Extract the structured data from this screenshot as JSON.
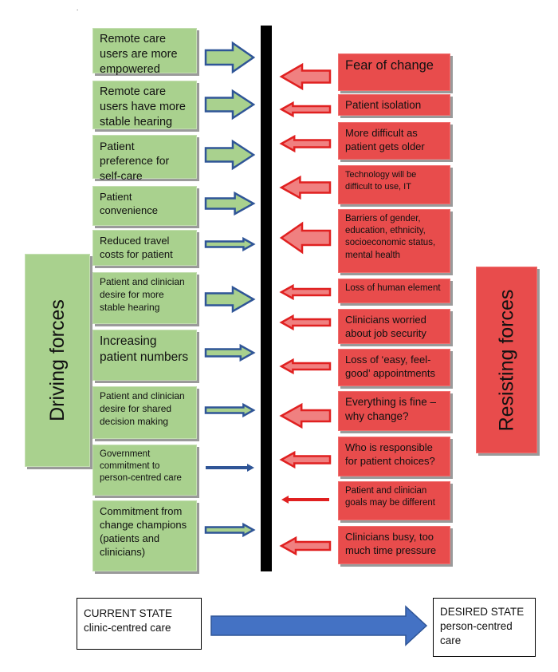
{
  "driving": {
    "title": "Driving forces",
    "items": [
      "Remote care users are more empowered",
      "Remote care users have more stable hearing",
      "Patient preference for self-care",
      "Patient convenience",
      "Reduced travel costs for patient",
      "Patient and clinician desire for more stable hearing",
      "Increasing patient numbers",
      "Patient and clinician desire for shared decision making",
      "Government commitment to person-centred care",
      "Commitment from change champions (patients and clinicians)"
    ]
  },
  "resisting": {
    "title": "Resisting forces",
    "items": [
      "Fear of change",
      "Patient isolation",
      "More difficult as patient gets older",
      "Technology will be difficult to use, IT",
      "Barriers of gender, education, ethnicity, socioeconomic status, mental health",
      "Loss of human element",
      "Clinicians worried about job security",
      "Loss of ‘easy, feel-good’ appointments",
      "Everything is fine – why change?",
      "Who is responsible for patient choices?",
      "Patient and clinician goals may be different",
      "Clinicians busy, too much time pressure"
    ]
  },
  "current_state": {
    "title": "CURRENT STATE",
    "subtitle": "clinic-centred care"
  },
  "desired_state": {
    "title": "DESIRED STATE",
    "subtitle": "person-centred care"
  },
  "dot": ".",
  "colors": {
    "driving": "#a9d18e",
    "resisting": "#e84c4c",
    "driving_arrow_stroke": "#2f5597",
    "resisting_arrow_fill": "#f08080",
    "resisting_arrow_stroke": "#e02020",
    "transition_arrow": "#4472c4"
  }
}
